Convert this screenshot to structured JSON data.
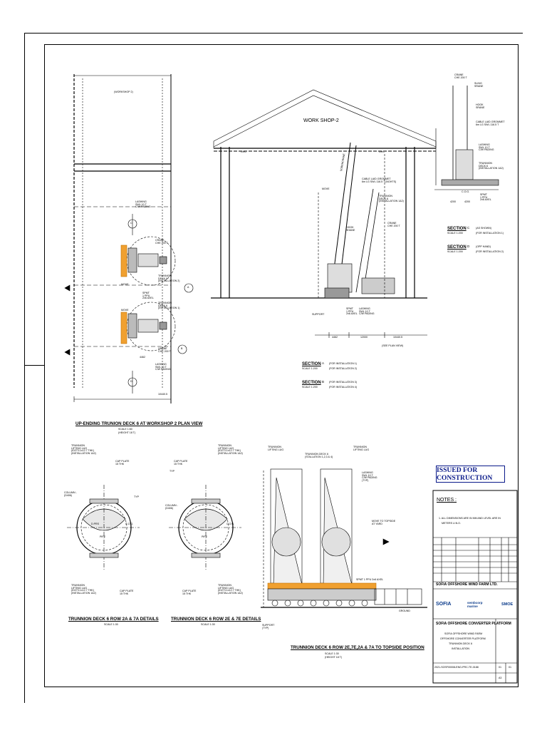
{
  "plan": {
    "workshop_label": "(WORKSHOP 2)",
    "lashing": "LASHING\nSWL 10 T\nC/W PADING",
    "crane": "CRANE\nCHE 200 T",
    "trunnion_inst2": "TRUNNION\nDECK 6\n(INSTALLATION 2)",
    "trunnion_inst1": "TRUNNION\nDECK 6\n(INSTALLATION 1)",
    "spmt": "SPMT\n1 PPU\n2x6 AXEL",
    "move": "MOVE",
    "crane2": "CRANE\nCHE 200 T",
    "lashing2": "LASHING\nSWL 10 T\nC/W PADING",
    "dim": "10440.5",
    "dim2": "4462",
    "marker_a": "A",
    "marker_b": "B",
    "marker_c": "C",
    "marker_d": "D",
    "title": "UP-ENDING TRUNION DECK 6 AT WORKSHOP 2 PLAN VIEW",
    "scale": "SCALE 1:60",
    "height": "(HEIGHT 18 T)"
  },
  "workshop": {
    "title": "WORK SHOP-2",
    "cable": "CABLE LAID GROMMET\n6m LG SWL 116.5 T (NGHTS)",
    "trunnion": "TRUNNION\nDECK 6\n(INSTALLATION 1&2)",
    "hook": "HOOK\nSHANE",
    "crane": "CRANE\nCHE 200 T",
    "move": "MOVE",
    "support": "SUPPORT",
    "spmt": "SPMT\n1 PPU\n2x6 AXEL",
    "lashing": "LASHING\nSWL 10 T\nC/W PADING",
    "dims": [
      "4462",
      "12000",
      "10440.5"
    ],
    "see_plan": "(SEE PLAN VIEW)",
    "boom": "SOBENCRANE",
    "oc1": "OHC",
    "oc2": "OHC"
  },
  "section_labels": [
    {
      "word": "SECTION",
      "mark": "A",
      "scale": "SCALE 1:200",
      "note": "(FOR INSTALLATION 1)",
      "note2": "(FOR INSTALLATION 2)"
    },
    {
      "word": "SECTION",
      "mark": "B",
      "scale": "SCALE 1:200",
      "note": "(FOR INSTALLATION 3)",
      "note2": "(FOR INSTALLATION 4)"
    },
    {
      "word": "SECTION",
      "mark": "C",
      "scale": "SCALE 1:200",
      "note": "(AS SHOWN)",
      "note2": "(FOR INSTALLATION 1)"
    },
    {
      "word": "SECTION",
      "mark": "D",
      "scale": "SCALE 1:200",
      "note": "(OPP HAND)",
      "note2": "(FOR INSTALLATION 2)"
    }
  ],
  "side": {
    "crane": "CRANE\nCHE 200 T",
    "sling": "SLING\nSRANE",
    "hook": "HOOK\nSRANE",
    "cable": "CABLE LAID GROMMET\n6m LG SWL 116.5 T",
    "lashing": "LASHING\nSWL 10 T\nC/W PADING",
    "trunnion": "TRUNNION\nDECK 6\n(INSTALLATION 1&2)",
    "spmt": "SPMT\n1 PPU\n2x6 AXEL",
    "dims": [
      "4200",
      "4200"
    ],
    "cog": "C.O.G."
  },
  "detail1": {
    "trunnion": "TRUNNION\nLIFTING LUG\n(ID273.1x12.7 THK)\n(INSTALLATION 1&2)",
    "cap": "CAP PLATE\n15 THK",
    "column": "COLUMN -\n(D406)",
    "typ": "TYP",
    "pipe": "PIPE",
    "cog": "C.O.G.",
    "sec": "D.PRS",
    "lug_bot": "TRUNNION\nLIFTING LUG\n(ID273.1x12.7 THK)\n(INSTALLATION 1&2)",
    "cap_bot": "CAP PLATE\n15 THK",
    "title": "TRUNNION DECK 6 ROW 2A & 7A DETAILS",
    "scale": "SCALE 1:30"
  },
  "detail2": {
    "cap": "CAP PLATE\n15 THK",
    "trunnion": "TRUNNION\nLIFTING LUG\n(ID273.1x12.7 THK)\n(INSTALLATION 1&2)",
    "column": "COLUMN -\n(D406)",
    "typ": "TYP",
    "pipe": "PIPE",
    "cog": "C.O.G.",
    "cap_bot": "CAP PLATE\n15 THK",
    "lug_bot": "TRUNNION\nLIFTING LUG\n(ID273.1x12.7 THK)\n(INSTALLATION 1&2)",
    "title": "TRUNNION DECK 6 ROW 2E & 7E DETAILS",
    "scale": "SCALE 1:30"
  },
  "transport": {
    "lug1": "TRUNNION\nLIFTING LUG",
    "deck": "TRUNNION DECK 6\n(STALLATION 1,2,3 & 4)",
    "lug2": "TRUNNION\nLIFTING LUG",
    "lashing": "LASHING\nSWL 10 T\nC/W PADING\n(TYP)",
    "move": "MOVE TO TOPSIDE\nAT YARD",
    "spmt": "SPMT 1 PPU 2x6 AXEL",
    "ground": "GROUND",
    "support": "SUPPORT\n(TYP)",
    "title": "TRUNNION DECK 6 ROW 2E,7E,2A & 7A TO TOPSIDE POSITION",
    "scale": "SCALE 1:30",
    "height": "(HEIGHT 18 T)"
  },
  "stamp": "ISSUED FOR CONSTRUCTION",
  "notes": {
    "heading": "NOTES :",
    "line1": "1. ALL DIMENSIONS ARE IN MM AND LEVEL ARE IN",
    "line2": "METERS U.N.O."
  },
  "titleblock": {
    "client": "SOFIA OFFSHORE WIND FARM LTD.",
    "logos": [
      "SOFIA",
      "sembcorp marine",
      "SMOE"
    ],
    "project": "SOFIA OFFSHORE CONVERTER PLATFORM",
    "desc1": "SOFIA OFFSHORE WIND FARM",
    "desc2": "OFFSHORE CONVERTER PLATFORM",
    "desc3": "TRUNNION DECK 6",
    "desc4": "INSTALLATION",
    "drawing_no": "2021-SOSF00008-ENG-PRC-TE-0188",
    "rev": "01",
    "sheet": "01",
    "size": "A3"
  }
}
